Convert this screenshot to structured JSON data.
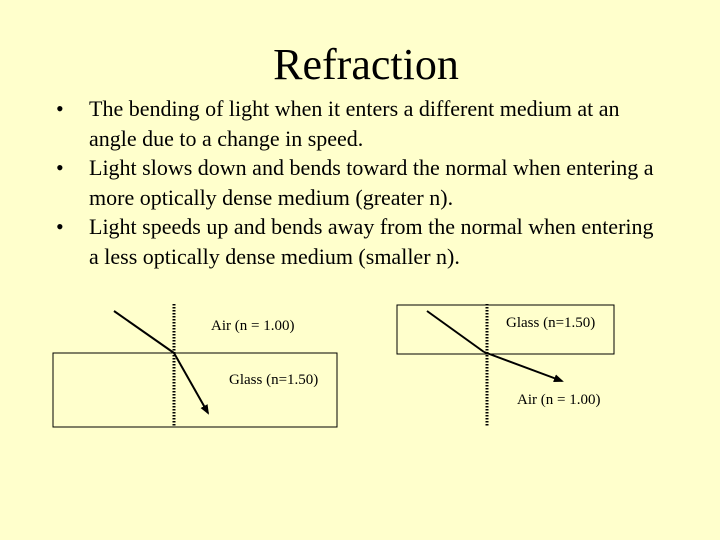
{
  "slide": {
    "title": "Refraction",
    "bullets": [
      "The bending of light when it enters a different medium at an angle due to a change in speed.",
      "Light slows down and bends toward the normal when entering a more optically dense medium (greater n).",
      "Light speeds up and bends away from the normal when entering a less optically dense medium (smaller n)."
    ]
  },
  "diagram_left": {
    "top_medium_label": "Air (n = 1.00)",
    "bottom_medium_label": "Glass (n=1.50)"
  },
  "diagram_right": {
    "top_medium_label": "Glass (n=1.50)",
    "bottom_medium_label": "Air (n = 1.00)"
  },
  "colors": {
    "background": "#ffffcc",
    "lines": "#000000"
  }
}
